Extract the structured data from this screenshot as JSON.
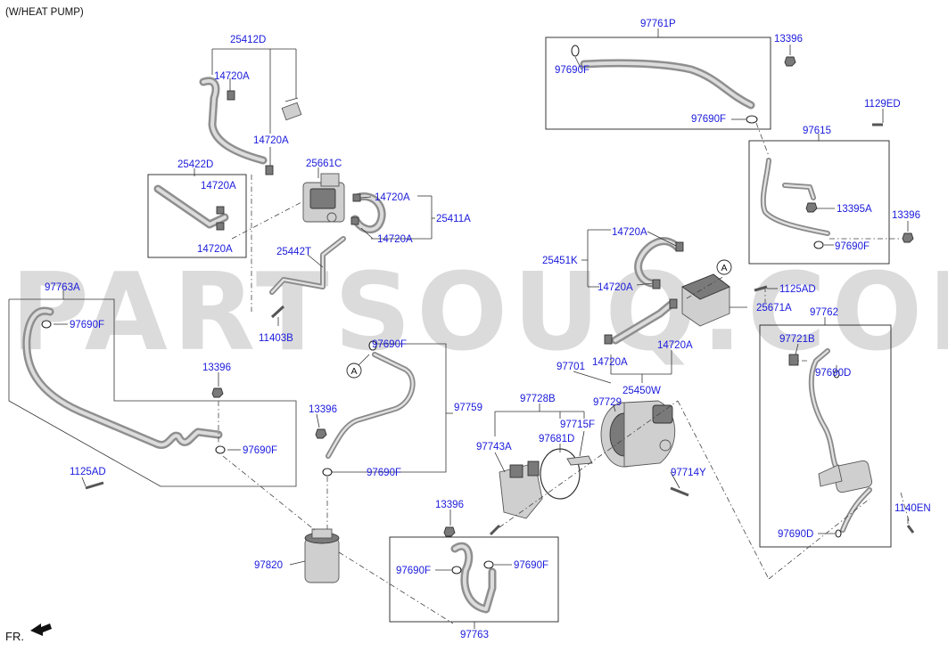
{
  "header": {
    "note": "(W/HEAT PUMP)"
  },
  "watermark": "PARTSOUQ.COM",
  "direction": {
    "label": "FR."
  },
  "parts": {
    "p25412D": "25412D",
    "p14720A_a": "14720A",
    "p14720A_b": "14720A",
    "p25422D": "25422D",
    "p14720A_c": "14720A",
    "p14720A_d": "14720A",
    "p25661C": "25661C",
    "p14720A_e": "14720A",
    "p25411A": "25411A",
    "p14720A_f": "14720A",
    "p25442T": "25442T",
    "p11403B": "11403B",
    "p97763A": "97763A",
    "p97690F_a": "97690F",
    "p13396_a": "13396",
    "p97690F_b": "97690F",
    "p1125AD_a": "1125AD",
    "p97690F_c": "97690F",
    "circleA_a": "A",
    "p97759": "97759",
    "p13396_b": "13396",
    "p97690F_d": "97690F",
    "p97761P": "97761P",
    "p13396_c": "13396",
    "p97690F_e": "97690F",
    "p97690F_f": "97690F",
    "p1129ED": "1129ED",
    "p97615": "97615",
    "p13395A": "13395A",
    "p13396_d": "13396",
    "p97690F_g": "97690F",
    "p14720A_g": "14720A",
    "p25451K": "25451K",
    "p14720A_h": "14720A",
    "circleA_b": "A",
    "p1125AD_b": "1125AD",
    "p25671A": "25671A",
    "p14720A_i": "14720A",
    "p14720A_j": "14720A",
    "p25450W": "25450W",
    "p97701": "97701",
    "p97728B": "97728B",
    "p97729": "97729",
    "p97715F": "97715F",
    "p97743A": "97743A",
    "p97681D": "97681D",
    "p97714Y": "97714Y",
    "p97762": "97762",
    "p97721B": "97721B",
    "p97690D_a": "97690D",
    "p1140EN": "1140EN",
    "p97690D_b": "97690D",
    "p13396_e": "13396",
    "p97690F_h": "97690F",
    "p97690F_i": "97690F",
    "p97820": "97820",
    "p97763": "97763"
  }
}
